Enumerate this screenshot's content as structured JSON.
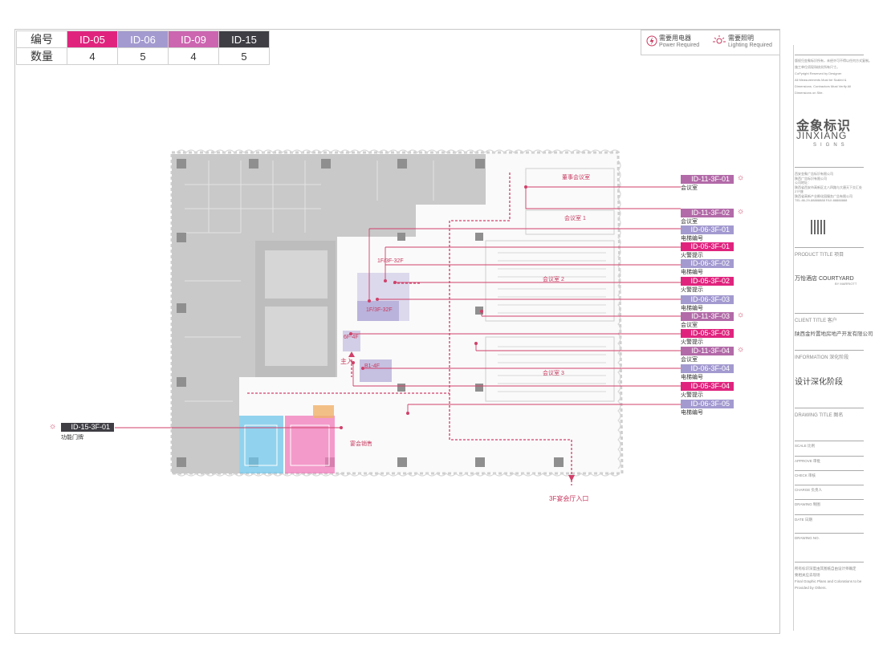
{
  "legend": {
    "header_label": "编号",
    "count_label": "数量",
    "columns": [
      {
        "id": "ID-05",
        "count": "4",
        "color": "#e0247e"
      },
      {
        "id": "ID-06",
        "count": "5",
        "color": "#a39ad0"
      },
      {
        "id": "ID-09",
        "count": "4",
        "color": "#cc66b0"
      },
      {
        "id": "ID-15",
        "count": "5",
        "color": "#3e3e44"
      }
    ]
  },
  "requirements": {
    "power_cn": "需要用电器",
    "power_en": "Power Required",
    "lighting_cn": "需要照明",
    "lighting_en": "Lighting Required"
  },
  "callouts": [
    {
      "code": "ID-11-3F-01",
      "caption": "会议室",
      "color": "#b26aa8",
      "lit": true
    },
    {
      "code": "ID-11-3F-02",
      "caption": "会议室",
      "color": "#b26aa8",
      "lit": true
    },
    {
      "code": "ID-06-3F-01",
      "caption": "电梯编号",
      "color": "#a39ad0",
      "lit": false
    },
    {
      "code": "ID-05-3F-01",
      "caption": "火警提示",
      "color": "#e0247e",
      "lit": false
    },
    {
      "code": "ID-06-3F-02",
      "caption": "电梯编号",
      "color": "#a39ad0",
      "lit": false
    },
    {
      "code": "ID-05-3F-02",
      "caption": "火警提示",
      "color": "#e0247e",
      "lit": false
    },
    {
      "code": "ID-06-3F-03",
      "caption": "电梯编号",
      "color": "#a39ad0",
      "lit": false
    },
    {
      "code": "ID-11-3F-03",
      "caption": "会议室",
      "color": "#b26aa8",
      "lit": true
    },
    {
      "code": "ID-05-3F-03",
      "caption": "火警提示",
      "color": "#e0247e",
      "lit": false
    },
    {
      "code": "ID-11-3F-04",
      "caption": "会议室",
      "color": "#b26aa8",
      "lit": true
    },
    {
      "code": "ID-06-3F-04",
      "caption": "电梯编号",
      "color": "#a39ad0",
      "lit": false
    },
    {
      "code": "ID-05-3F-04",
      "caption": "火警提示",
      "color": "#e0247e",
      "lit": false
    },
    {
      "code": "ID-06-3F-05",
      "caption": "电梯编号",
      "color": "#a39ad0",
      "lit": false
    }
  ],
  "left_callout": {
    "code": "ID-15-3F-01",
    "caption": "功能门牌",
    "color": "#3e3e44"
  },
  "map_labels": {
    "meeting_room_1": "会议室 1",
    "meeting_room_2": "会议室 2",
    "meeting_room_3": "会议室 3",
    "vip_meeting": "董事会议室",
    "banquet_sales": "宴会销售",
    "elevator_a": "1F/3F-32F",
    "elevator_b": "1F/3F-32F",
    "elevator_c": "6F-4F",
    "elevator_d": "B1-4F",
    "main_entry": "主入",
    "hall_entry": "3F宴会厅入口"
  },
  "title_block": {
    "copyright_lines": [
      "版权归金象标识所有，未经许可不得以任何方式复制。",
      "施工单位须现场核实所有尺寸。",
      "CoPyright Reserved by Designer",
      "All Measurements Must be Scaled &",
      "Dimensions. Contractors Must Verify All",
      "Dimensions on Site."
    ],
    "logo_cn": "金象标识",
    "logo_en": "JINXIANG",
    "logo_sub": "SIGNS",
    "company_lines": [
      "西安金象广告标识有限公司",
      "陕西广告标识有限公司",
      "公司地址：",
      "陕西省西安市高新区丈八四路与大唐天下交汇处",
      "27F座",
      "陕西省高新产业孵化园服务广告有限公司",
      "TEL:86-29-88888888  FAX:88888888"
    ],
    "product_title_label": "PRODUCT TITLE 项目",
    "product_title": "万怡酒店 COURTYARD",
    "product_sub": "BY MARRIOTT",
    "client_label": "CLIENT TITLE 客户",
    "client": "陕西金羚置地房地产开发有限公司",
    "information_label": "INFORMATION 深化阶段",
    "stage": "设计深化阶段",
    "drawing_title_label": "DRAWING TITLE 图名",
    "fields": [
      "SCALE 比例",
      "APPROVE 审批",
      "CHECK 审核",
      "CHARGE 负责人",
      "DRAWING 制图",
      "DATE 日期",
      "DRAWING NO."
    ],
    "footer_lines": [
      "所有标识深度由其图纸自由设计师确定",
      "要相关应去现场",
      "Final Graphic Plans and Colorations to be",
      "Provided by Others."
    ]
  }
}
